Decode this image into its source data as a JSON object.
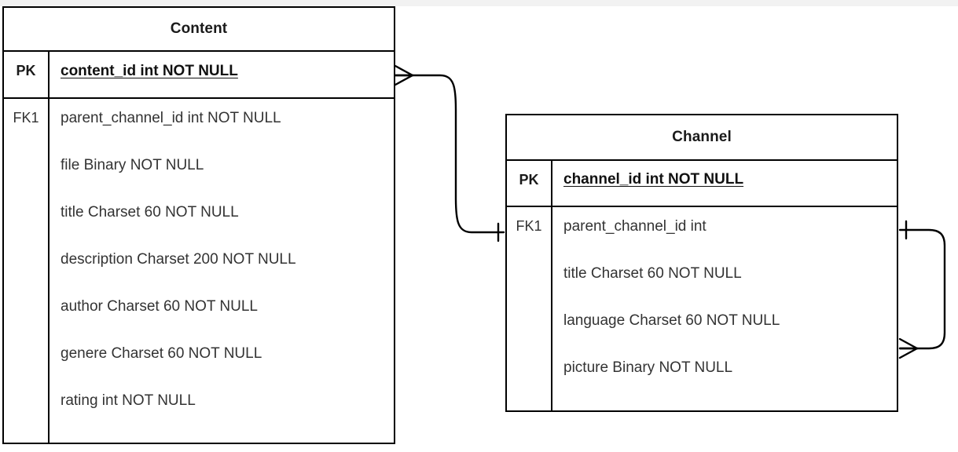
{
  "diagram": {
    "type": "entity-relationship-diagram",
    "notation": "crows-foot",
    "background_color": "#ffffff",
    "line_color": "#000000",
    "text_color": "#333333"
  },
  "entities": [
    {
      "name": "Content",
      "title": "Content",
      "key_labels": {
        "pk": "PK",
        "fk": "FK1"
      },
      "primary_key": "content_id int NOT NULL",
      "fields": [
        "parent_channel_id int NOT NULL",
        "file Binary NOT NULL",
        "title Charset 60 NOT NULL",
        "description Charset 200 NOT NULL",
        "author Charset 60 NOT NULL",
        "genere Charset 60 NOT NULL",
        "rating int NOT NULL"
      ]
    },
    {
      "name": "Channel",
      "title": "Channel",
      "key_labels": {
        "pk": "PK",
        "fk": "FK1"
      },
      "primary_key": "channel_id int NOT NULL",
      "fields": [
        "parent_channel_id int",
        "title Charset 60 NOT NULL",
        "language Charset 60 NOT NULL",
        "picture Binary NOT NULL"
      ]
    }
  ],
  "relationships": [
    {
      "id": "content-to-channel",
      "from_entity": "Content",
      "from_cardinality": "many",
      "to_entity": "Channel",
      "to_cardinality": "one"
    },
    {
      "id": "channel-self-reference",
      "from_entity": "Channel",
      "from_cardinality": "one",
      "to_entity": "Channel",
      "to_cardinality": "many"
    }
  ]
}
